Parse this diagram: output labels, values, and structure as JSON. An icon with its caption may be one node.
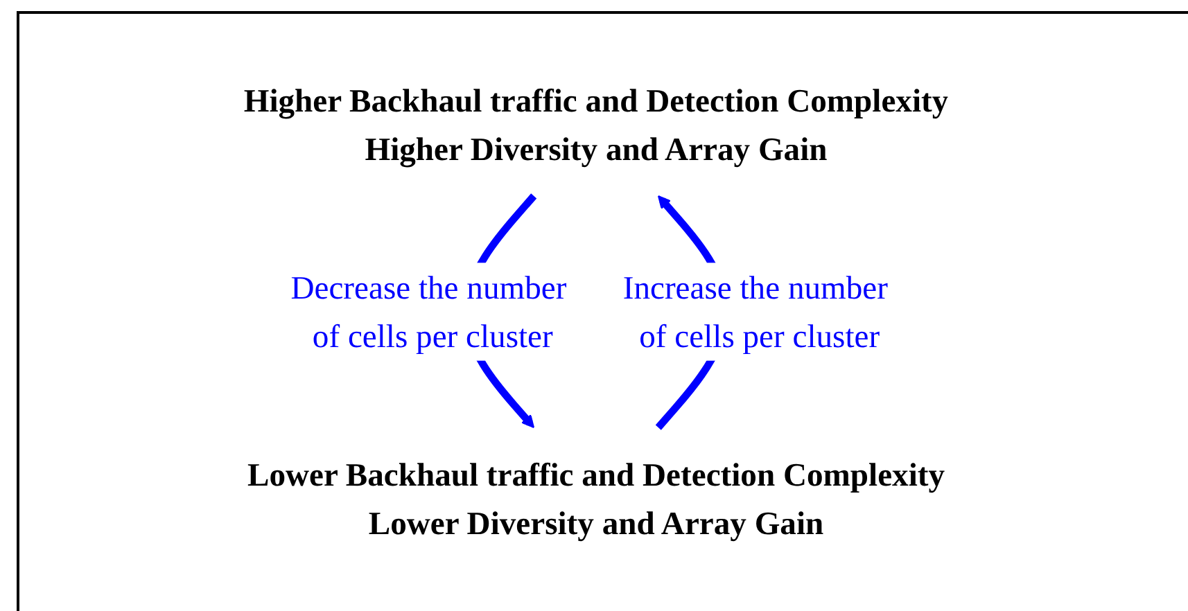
{
  "diagram": {
    "nodes": [
      {
        "text": [
          "Higher Backhaul traffic and Detection Complexity",
          "Higher Diversity and Array Gain"
        ]
      },
      {
        "text": [
          "Lower Backhaul traffic and Detection Complexity",
          "Lower Diversity and Array Gain"
        ]
      }
    ],
    "edges": [
      {
        "from": 0,
        "to": 1,
        "arrow": "to",
        "label": "Decrease the number of cells per cluster",
        "color": "#0000ff"
      },
      {
        "from": 1,
        "to": 0,
        "arrow": "to",
        "label": "Increase the number of cells per cluster",
        "color": "#0000ff"
      }
    ]
  }
}
